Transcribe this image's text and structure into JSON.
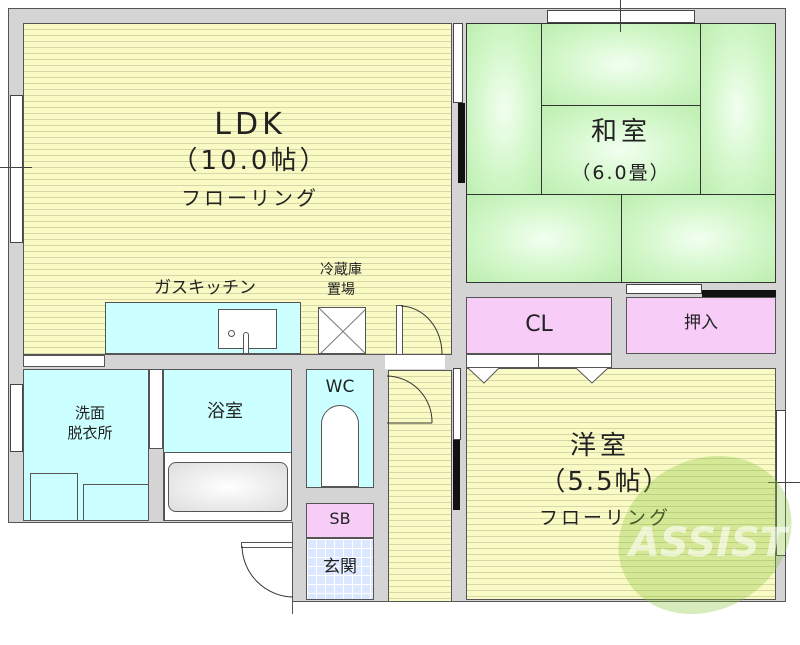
{
  "rooms": {
    "ldk": {
      "name": "LDK",
      "size": "（10.0帖）",
      "floor": "フローリング"
    },
    "washitsu": {
      "name": "和室",
      "size": "（6.0畳）"
    },
    "youshitsu": {
      "name": "洋室",
      "size": "（5.5帖）",
      "floor": "フローリング"
    },
    "kitchen": {
      "name": "ガスキッチン"
    },
    "fridge": {
      "line1": "冷蔵庫",
      "line2": "置場"
    },
    "closet": {
      "name": "CL"
    },
    "oshiire": {
      "name": "押入"
    },
    "washroom": {
      "line1": "洗面",
      "line2": "脱衣所"
    },
    "bath": {
      "name": "浴室"
    },
    "wc": {
      "name": "WC"
    },
    "shoebox": {
      "name": "SB"
    },
    "entrance": {
      "name": "玄関"
    }
  },
  "watermark": {
    "text": "ASSIST",
    "color": "#8cc63f"
  },
  "colors": {
    "wall": "#d4d4d4",
    "flooring": "#fafac4",
    "tatami": "#c8f2bd",
    "wet_area": "#ccffff",
    "storage": "#f7ccf7",
    "entrance": "#dce8ff"
  }
}
